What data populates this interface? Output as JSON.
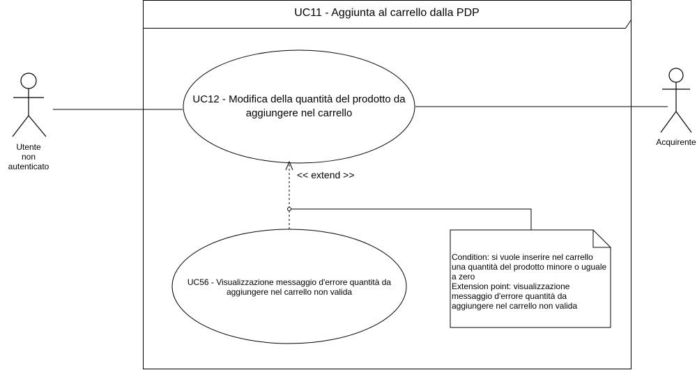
{
  "frame": {
    "title": "UC11 - Aggiunta al carrello dalla PDP"
  },
  "use_cases": {
    "uc12": "UC12 - Modifica della quantità del prodotto da aggiungere nel carrello",
    "uc56": "UC56 - Visualizzazione messaggio d'errore quantità da aggiungere nel carrello non valida"
  },
  "actors": {
    "left": {
      "line1": "Utente",
      "line2": "non autenticato"
    },
    "right": {
      "label": "Acquirente"
    }
  },
  "relationships": {
    "extend_label": "<< extend >>"
  },
  "note": {
    "condition": "Condition: si vuole inserire nel carrello una quantità del prodotto minore o uguale a zero",
    "extension_point": "Extension point: visualizzazione messaggio d'errore quantità da aggiungere nel carrello non valida"
  },
  "colors": {
    "stroke": "#000000",
    "background": "#ffffff"
  }
}
